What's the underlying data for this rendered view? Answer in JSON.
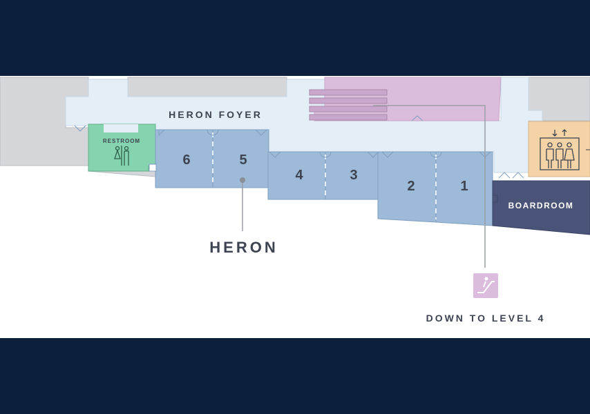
{
  "map": {
    "foyer_label": "HERON FOYER",
    "restroom_label": "RESTROOM",
    "boardroom_label": "BOARDROOM",
    "group_label": "HERON",
    "escalator_caption": "DOWN TO LEVEL 4",
    "rooms": [
      {
        "number": "6"
      },
      {
        "number": "5"
      },
      {
        "number": "4"
      },
      {
        "number": "3"
      },
      {
        "number": "2"
      },
      {
        "number": "1"
      }
    ],
    "icons": [
      "restroom-icon",
      "elevator-icon",
      "escalator-icon"
    ],
    "colors": {
      "background": "#0c1f3d",
      "corridor": "#e3eef7",
      "building": "#d4d6d9",
      "meeting_room": "#9dbad8",
      "restroom": "#86d3b0",
      "boardroom": "#4a5478",
      "elevator": "#f4d3a6",
      "escalator": "#dbbcdd"
    }
  }
}
